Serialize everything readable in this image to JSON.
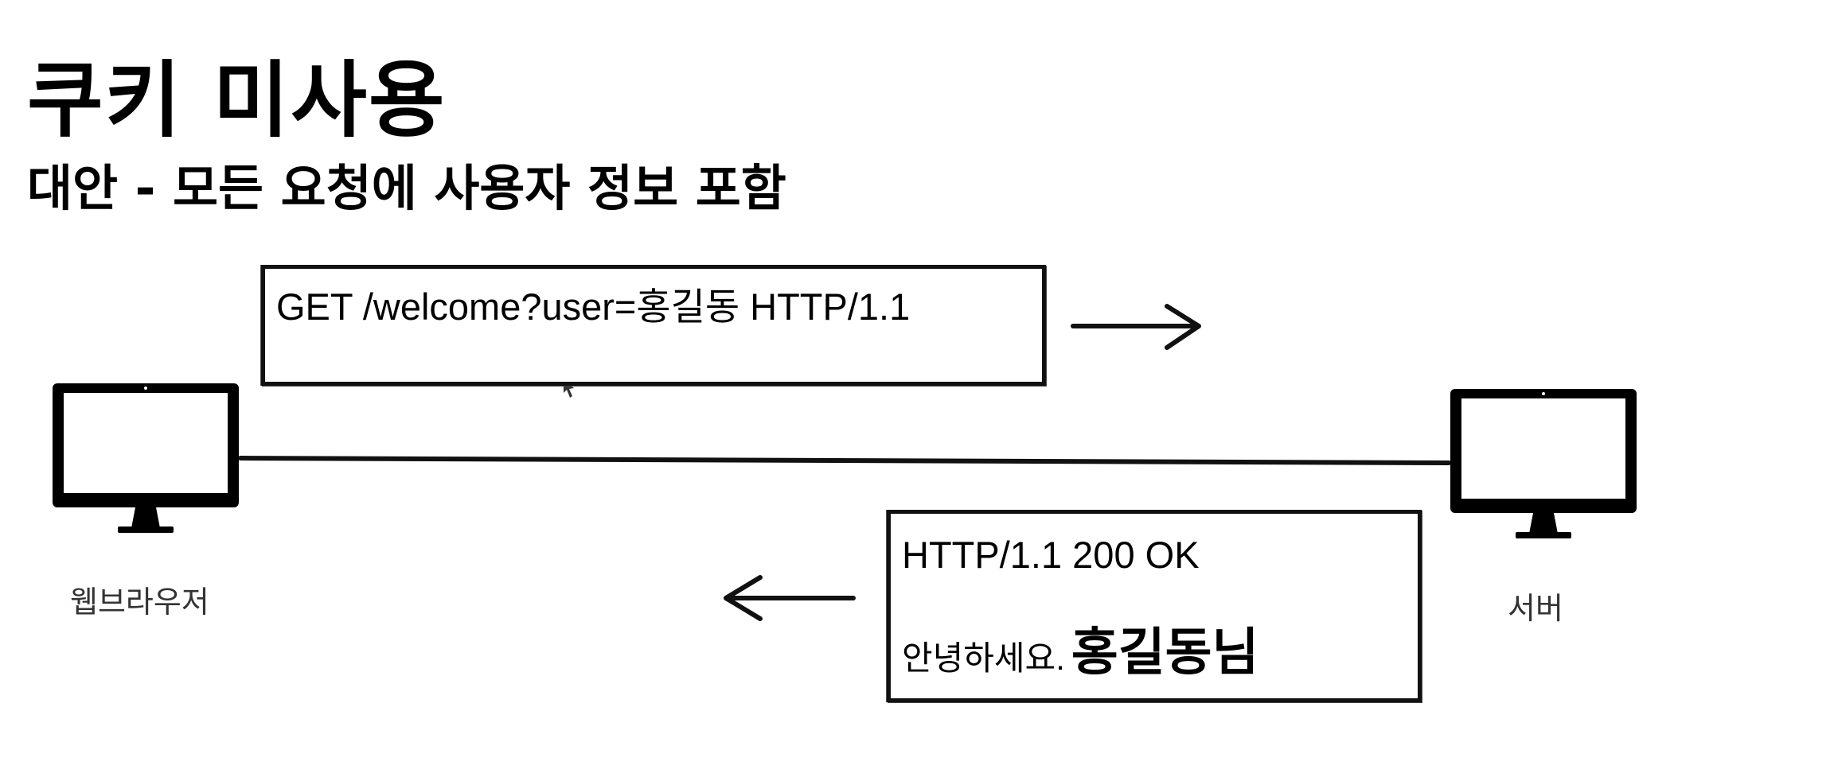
{
  "slide": {
    "title": "쿠키 미사용",
    "subtitle": "대안 - 모든 요청에 사용자 정보 포함"
  },
  "request": {
    "line": "GET /welcome?user=홍길동 HTTP/1.1"
  },
  "response": {
    "status_line": "HTTP/1.1 200 OK",
    "greeting": "안녕하세요.",
    "name": "홍길동님"
  },
  "client": {
    "label": "웹브라우저",
    "icon": "monitor-icon"
  },
  "server": {
    "label": "서버",
    "icon": "monitor-icon"
  },
  "colors": {
    "ink": "#000000",
    "label": "#333333",
    "background": "#ffffff"
  }
}
